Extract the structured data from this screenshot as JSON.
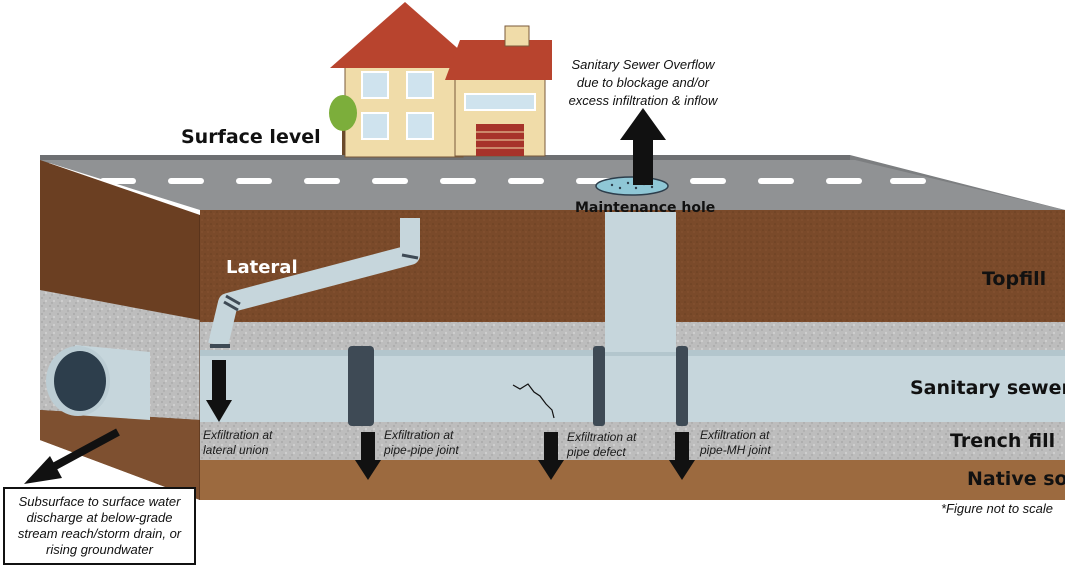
{
  "labels": {
    "surface_level": "Surface level",
    "maintenance_hole": "Maintenance hole",
    "lateral": "Lateral",
    "topfill": "Topfill",
    "sanitary_sewer": "Sanitary sewer",
    "trench_fill": "Trench fill",
    "native_soils": "Native soils",
    "not_to_scale": "*Figure not to scale"
  },
  "overflow_note": [
    "Sanitary Sewer Overflow",
    "due to blockage and/or",
    "excess infiltration & inflow"
  ],
  "exfiltration": {
    "lateral_union": [
      "Exfiltration at",
      "lateral union"
    ],
    "pipe_pipe_joint": [
      "Exfiltration at",
      "pipe-pipe joint"
    ],
    "pipe_defect": [
      "Exfiltration at",
      "pipe defect"
    ],
    "pipe_mh_joint": [
      "Exfiltration at",
      "pipe-MH joint"
    ]
  },
  "discharge_note": [
    "Subsurface to surface water",
    "discharge at below-grade",
    "stream reach/storm drain, or",
    "rising groundwater"
  ],
  "colors": {
    "road": "#8f9193",
    "road_top": "#7c7e80",
    "topfill": "#7a4a2a",
    "trench_fill": "#bdbdbd",
    "native_soils": "#9c6a3f",
    "pipe": "#c6d6dc",
    "pipe_band": "#3e4a55",
    "house_wall": "#f0dca9",
    "roof": "#b8442e",
    "arrow": "#111111"
  }
}
